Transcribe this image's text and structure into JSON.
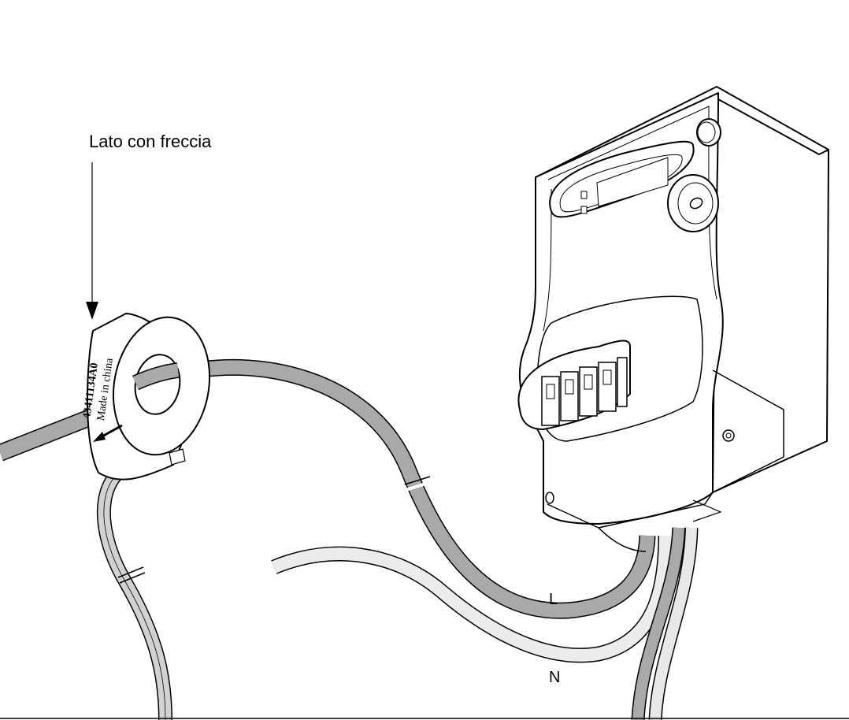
{
  "labels": {
    "arrow_side": "Lato con freccia",
    "line": "L",
    "neutral": "N"
  },
  "sensor": {
    "code": "43411134A0",
    "origin": "Made in china"
  },
  "colors": {
    "line_wire": "#a9a9a9",
    "neutral_wire": "#e4e4e4",
    "ground_wire": "#d2d2d2",
    "outline": "#000000",
    "body": "#ffffff"
  }
}
